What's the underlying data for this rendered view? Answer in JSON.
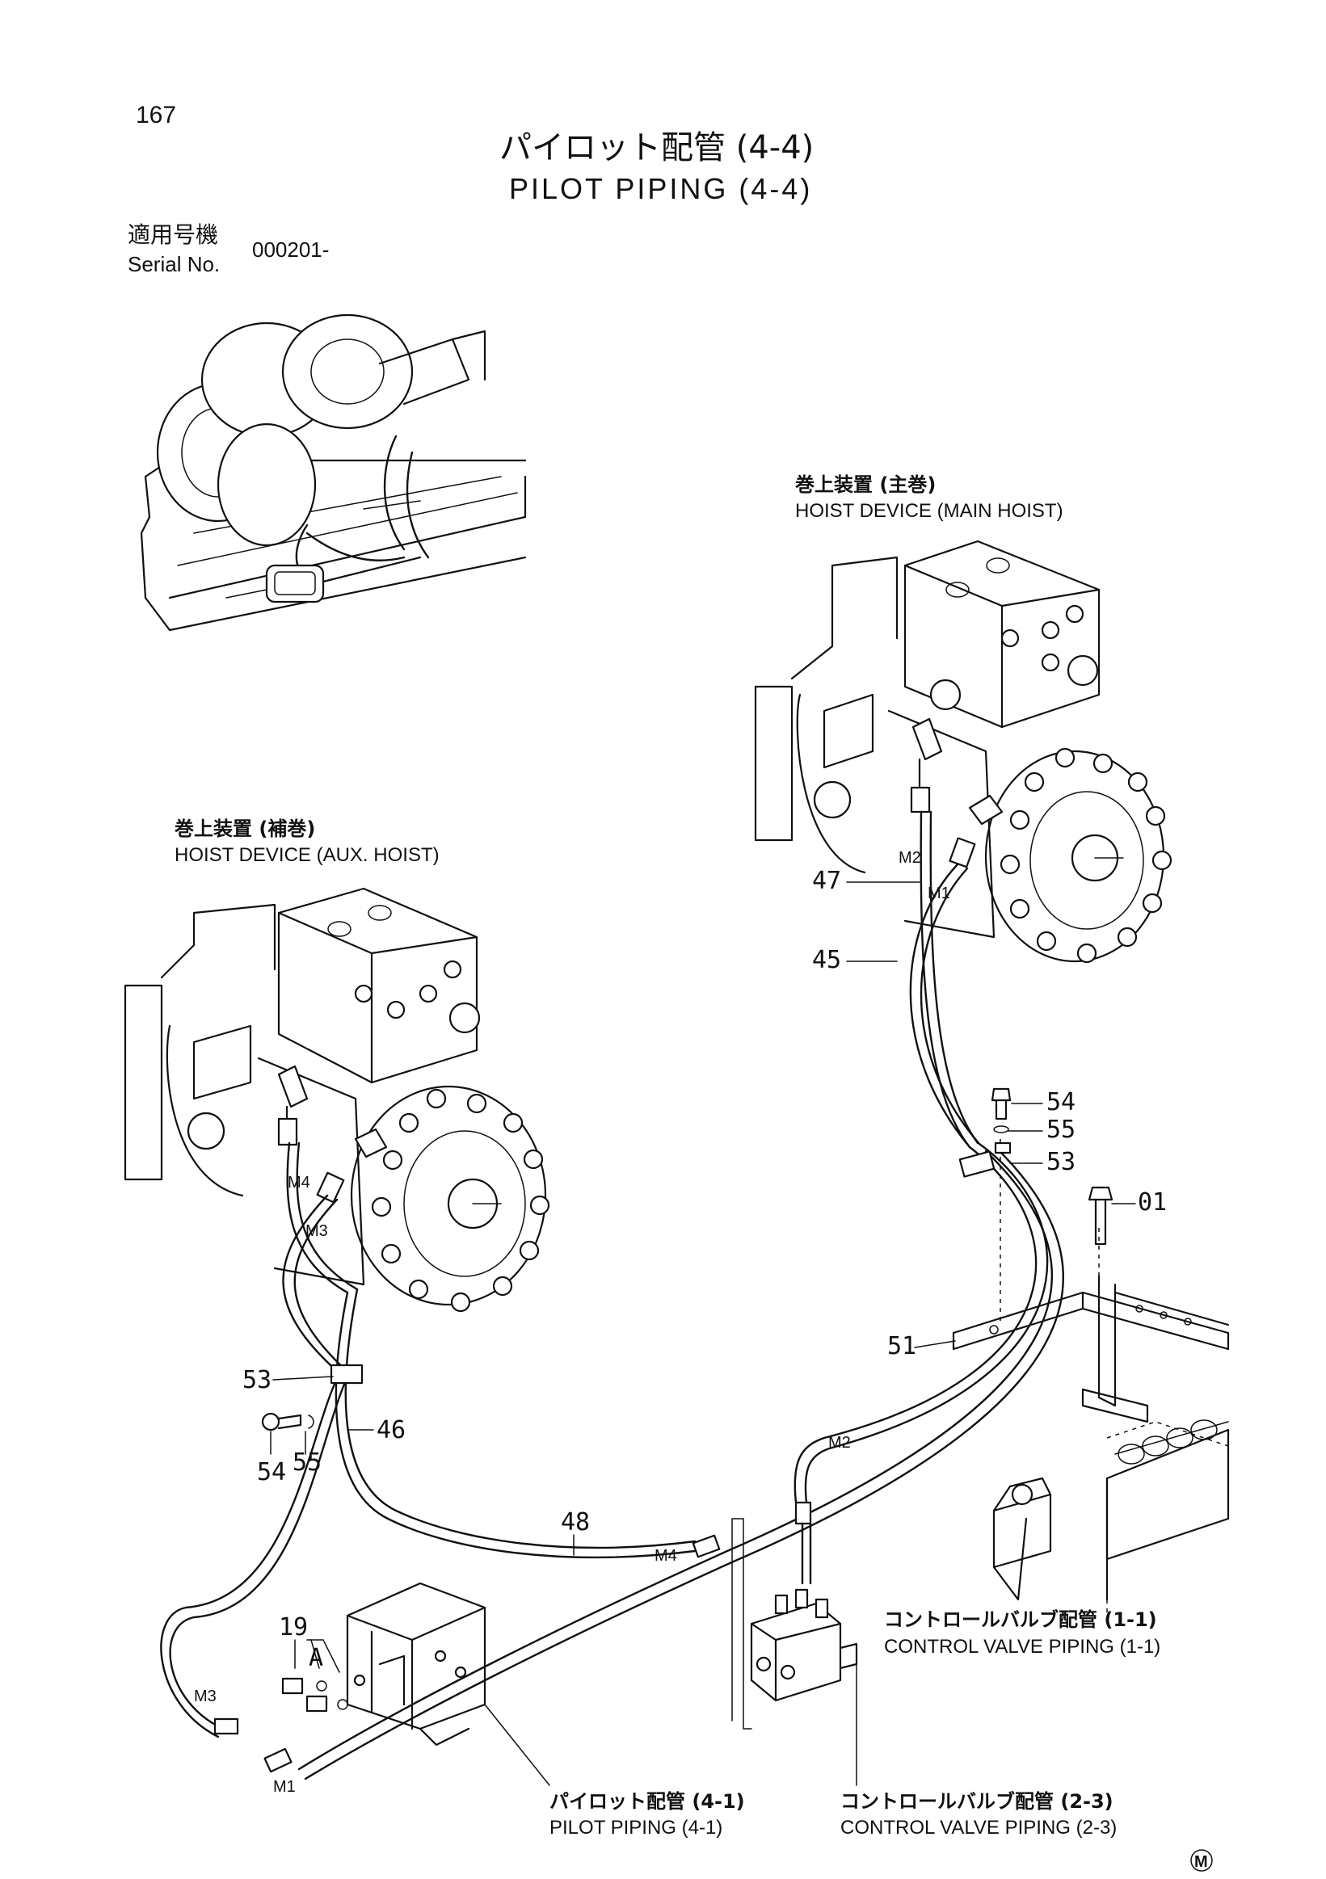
{
  "page_number": "167",
  "title_jp": "パイロット配管 (4-4)",
  "title_en": "PILOT PIPING (4-4)",
  "serial_label_jp": "適用号機",
  "serial_label_en": "Serial No.",
  "serial_value": "000201-",
  "main_hoist_jp": "巻上装置 (主巻)",
  "main_hoist_en": "HOIST DEVICE (MAIN HOIST)",
  "aux_hoist_jp": "巻上装置 (補巻)",
  "aux_hoist_en": "HOIST DEVICE (AUX. HOIST)",
  "ref_cv11_jp": "コントロールバルブ配管 (1-1)",
  "ref_cv11_en": "CONTROL VALVE PIPING (1-1)",
  "ref_pp41_jp": "パイロット配管 (4-1)",
  "ref_pp41_en": "PILOT PIPING (4-1)",
  "ref_cv23_jp": "コントロールバルブ配管 (2-3)",
  "ref_cv23_en": "CONTROL VALVE PIPING (2-3)",
  "part_labels": {
    "p47": "47",
    "p45": "45",
    "p54a": "54",
    "p55a": "55",
    "p53a": "53",
    "p01": "01",
    "p51": "51",
    "p53b": "53",
    "p46": "46",
    "p54b": "54",
    "p55b": "55",
    "p48": "48",
    "p19": "19",
    "pA": "A"
  },
  "port_labels": {
    "m2_main": "M2",
    "m1_main": "M1",
    "m4_aux": "M4",
    "m3_aux": "M3",
    "m2_cv": "M2",
    "m4_line": "M4",
    "m3_valve": "M3",
    "m1_valve": "M1"
  },
  "corner_mark": "M"
}
